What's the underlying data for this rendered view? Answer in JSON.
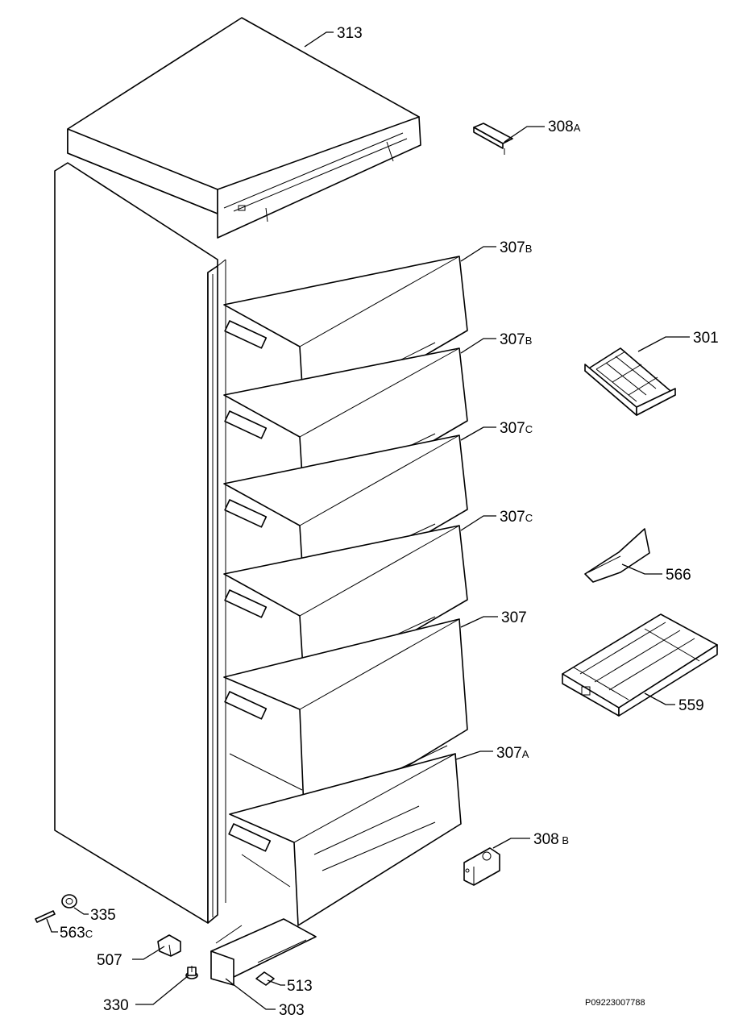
{
  "parts": [
    {
      "id": "313",
      "main": "313",
      "sub": ""
    },
    {
      "id": "308A",
      "main": "308",
      "sub": "A"
    },
    {
      "id": "307B-1",
      "main": "307",
      "sub": "B"
    },
    {
      "id": "307B-2",
      "main": "307",
      "sub": "B"
    },
    {
      "id": "301",
      "main": "301",
      "sub": ""
    },
    {
      "id": "307C-1",
      "main": "307",
      "sub": "C"
    },
    {
      "id": "307C-2",
      "main": "307",
      "sub": "C"
    },
    {
      "id": "566",
      "main": "566",
      "sub": ""
    },
    {
      "id": "307",
      "main": "307",
      "sub": ""
    },
    {
      "id": "559",
      "main": "559",
      "sub": ""
    },
    {
      "id": "307A",
      "main": "307",
      "sub": "A"
    },
    {
      "id": "308B",
      "main": "308",
      "sub": " B"
    },
    {
      "id": "335",
      "main": "335",
      "sub": ""
    },
    {
      "id": "563C",
      "main": "563",
      "sub": "C"
    },
    {
      "id": "507",
      "main": "507",
      "sub": ""
    },
    {
      "id": "513",
      "main": "513",
      "sub": ""
    },
    {
      "id": "330",
      "main": "330",
      "sub": ""
    },
    {
      "id": "303",
      "main": "303",
      "sub": ""
    }
  ],
  "drawing_code": "P09223007788"
}
